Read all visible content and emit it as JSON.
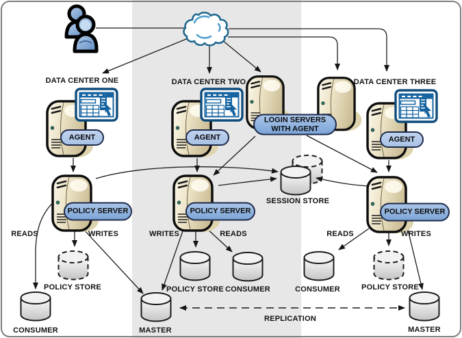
{
  "colors": {
    "band": "#e7e7e7",
    "border": "#7d7d7d",
    "line": "#1a1a1a",
    "agent_pill": "#a9c3e6",
    "server_pill": "#7da6d8",
    "pill_border": "#1e2a4a",
    "cloud": "#20688f",
    "cloud_inner": "#4f9fce",
    "monitor": "#1563a0",
    "server_fill": "#ece3c6",
    "users_fill": "#7fa9d8"
  },
  "icons": {
    "users": "users-icon",
    "cloud": "internet-cloud-icon",
    "server": "server-tower-icon",
    "console": "admin-console-icon",
    "database": "database-cylinder-icon"
  },
  "datacenters": [
    {
      "title": "DATA CENTER ONE",
      "agent": "AGENT",
      "policy_server": "POLICY SERVER",
      "reads": "READS",
      "writes": "WRITES",
      "policy_store": "POLICY STORE",
      "consumer": "CONSUMER"
    },
    {
      "title": "DATA CENTER TWO",
      "agent": "AGENT",
      "policy_server": "POLICY SERVER",
      "reads": "READS",
      "writes": "WRITES",
      "policy_store": "POLICY STORE",
      "consumer": "CONSUMER",
      "master": "MASTER"
    },
    {
      "title": "DATA CENTER THREE",
      "agent": "AGENT",
      "policy_server": "POLICY SERVER",
      "reads": "READS",
      "writes": "WRITES",
      "policy_store": "POLICY STORE",
      "consumer": "CONSUMER",
      "master": "MASTER"
    }
  ],
  "login_servers": {
    "line1": "LOGIN SERVERS",
    "line2": "WITH AGENT"
  },
  "session_store": "SESSION STORE",
  "replication": "REPLICATION"
}
